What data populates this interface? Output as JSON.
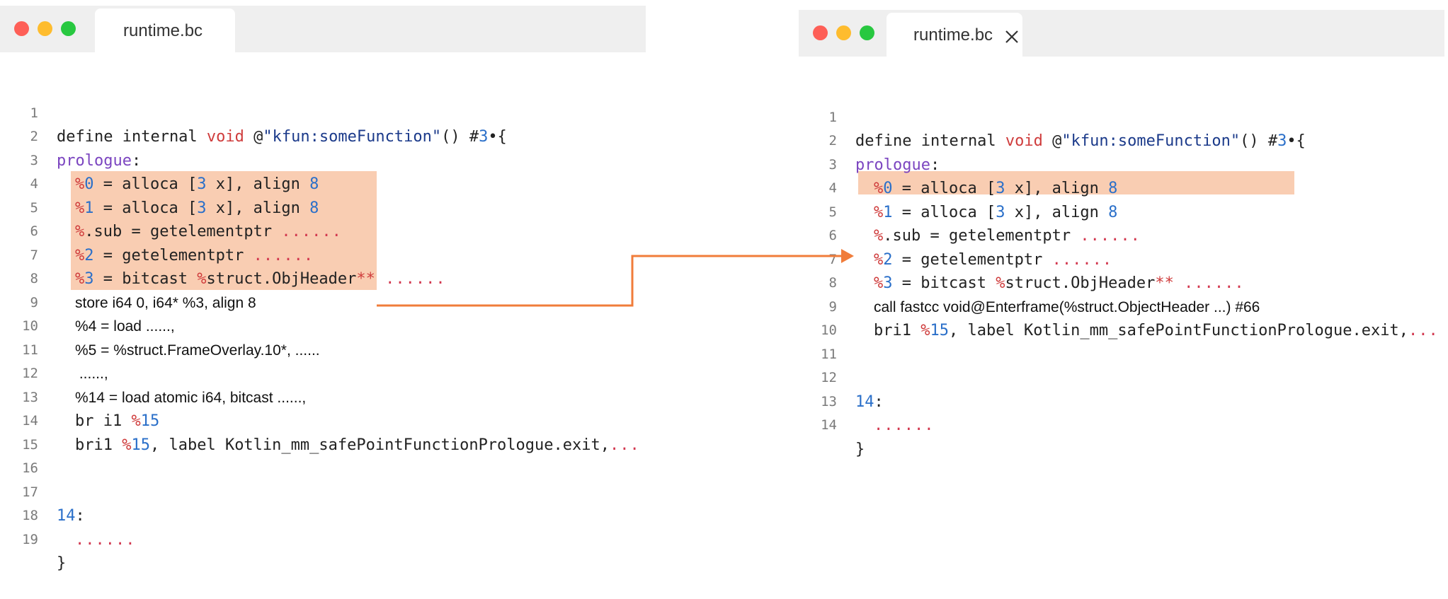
{
  "left_window": {
    "tab_title": "runtime.bc",
    "lines": [
      {
        "n": "1"
      },
      {
        "n": "2"
      },
      {
        "n": "3"
      },
      {
        "n": "4"
      },
      {
        "n": "5"
      },
      {
        "n": "6"
      },
      {
        "n": "7"
      },
      {
        "n": "8"
      },
      {
        "n": "9"
      },
      {
        "n": "10"
      },
      {
        "n": "11"
      },
      {
        "n": "12"
      },
      {
        "n": "13"
      },
      {
        "n": "14"
      },
      {
        "n": "15"
      },
      {
        "n": "16"
      },
      {
        "n": "17"
      },
      {
        "n": "18"
      },
      {
        "n": "19"
      }
    ],
    "code": {
      "l1_a": "define internal ",
      "l1_kw": "void",
      "l1_b": " @",
      "l1_str": "\"kfun:someFunction\"",
      "l1_c": "() #",
      "l1_num": "3",
      "l1_d": "•{",
      "l2_lbl": "prologue",
      "l2_colon": ":",
      "l3_pct": "%",
      "l3_num": "0",
      "l3_a": " = alloca [",
      "l3_n2": "3",
      "l3_b": " x], align ",
      "l3_n3": "8",
      "l4_pct": "%",
      "l4_num": "1",
      "l4_a": " = alloca [",
      "l4_n2": "3",
      "l4_b": " x], align ",
      "l4_n3": "8",
      "l5_pct": "%",
      "l5_a": ".sub = getelementptr ",
      "l5_dots": "......",
      "l6_pct": "%",
      "l6_num": "2",
      "l6_a": " = getelementptr ",
      "l6_dots": "......",
      "l7_pct": "%",
      "l7_num": "3",
      "l7_a": " = bitcast ",
      "l7_pct2": "%",
      "l7_b": "struct.ObjHeader",
      "l7_stars": "**",
      "l7_dots": " ......",
      "l8": "store i64 0, i64* %3, align 8",
      "l9": "%4 = load ......,",
      "l10": "%5 = %struct.FrameOverlay.10*, ......",
      "l11": " ......,",
      "l12": "%14 = load atomic i64, bitcast ......,",
      "l13_a": "br i1 ",
      "l13_pct": "%",
      "l13_num": "15",
      "l14_a": "bri1 ",
      "l14_pct": "%",
      "l14_num": "15",
      "l14_b": ", label Kotlin_mm_safePointFunctionPrologue.exit,",
      "l14_dots": "...",
      "l17_num": "14",
      "l17_colon": ":",
      "l18_dots": "......",
      "l19": "}"
    }
  },
  "right_window": {
    "tab_title": "runtime.bc",
    "close_icon": "close-icon",
    "lines": [
      {
        "n": "1"
      },
      {
        "n": "2"
      },
      {
        "n": "3"
      },
      {
        "n": "4"
      },
      {
        "n": "5"
      },
      {
        "n": "6"
      },
      {
        "n": "7"
      },
      {
        "n": "8"
      },
      {
        "n": "9"
      },
      {
        "n": "10"
      },
      {
        "n": "11"
      },
      {
        "n": "12"
      },
      {
        "n": "13"
      },
      {
        "n": "14"
      }
    ],
    "code": {
      "l1_a": "define internal ",
      "l1_kw": "void",
      "l1_b": " @",
      "l1_str": "\"kfun:someFunction\"",
      "l1_c": "() #",
      "l1_num": "3",
      "l1_d": "•{",
      "l2_lbl": "prologue",
      "l2_colon": ":",
      "l3_pct": "%",
      "l3_num": "0",
      "l3_a": " = alloca [",
      "l3_n2": "3",
      "l3_b": " x], align ",
      "l3_n3": "8",
      "l4_pct": "%",
      "l4_num": "1",
      "l4_a": " = alloca [",
      "l4_n2": "3",
      "l4_b": " x], align ",
      "l4_n3": "8",
      "l5_pct": "%",
      "l5_a": ".sub = getelementptr ",
      "l5_dots": "......",
      "l6_pct": "%",
      "l6_num": "2",
      "l6_a": " = getelementptr ",
      "l6_dots": "......",
      "l7_pct": "%",
      "l7_num": "3",
      "l7_a": " = bitcast ",
      "l7_pct2": "%",
      "l7_b": "struct.ObjHeader",
      "l7_stars": "**",
      "l7_dots": " ......",
      "l8": "call fastcc void@Enterframe(%struct.ObjectHeader ...) #66",
      "l9_a": "bri1 ",
      "l9_pct": "%",
      "l9_num": "15",
      "l9_b": ", label Kotlin_mm_safePointFunctionPrologue.exit,",
      "l9_dots": "...",
      "l12_num": "14",
      "l12_colon": ":",
      "l13_dots": "......",
      "l14": "}"
    }
  },
  "colors": {
    "highlight": "#f9cdb2",
    "arrow": "#f07c3a",
    "keyword": "#cf3c3c",
    "number": "#2a6fc9",
    "label": "#7b45c0"
  }
}
